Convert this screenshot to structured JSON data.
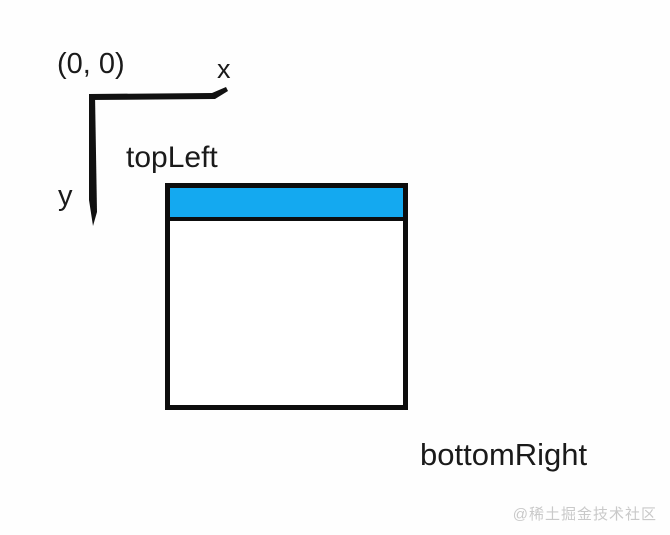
{
  "diagram": {
    "origin_label": "(0, 0)",
    "x_axis_label": "x",
    "y_axis_label": "y",
    "rect_top_label": "topLeft",
    "rect_bottom_label": "bottomRight",
    "colors": {
      "ink": "#111111",
      "rect_border": "#0d0d0d",
      "rect_header_fill": "#14a9f0",
      "rect_body_fill": "#ffffff",
      "background": "#fefefe",
      "watermark": "#c9c9c9"
    },
    "icons": {
      "axes": "coordinate-axes-icon"
    }
  },
  "watermark": {
    "text": "@稀土掘金技术社区"
  }
}
